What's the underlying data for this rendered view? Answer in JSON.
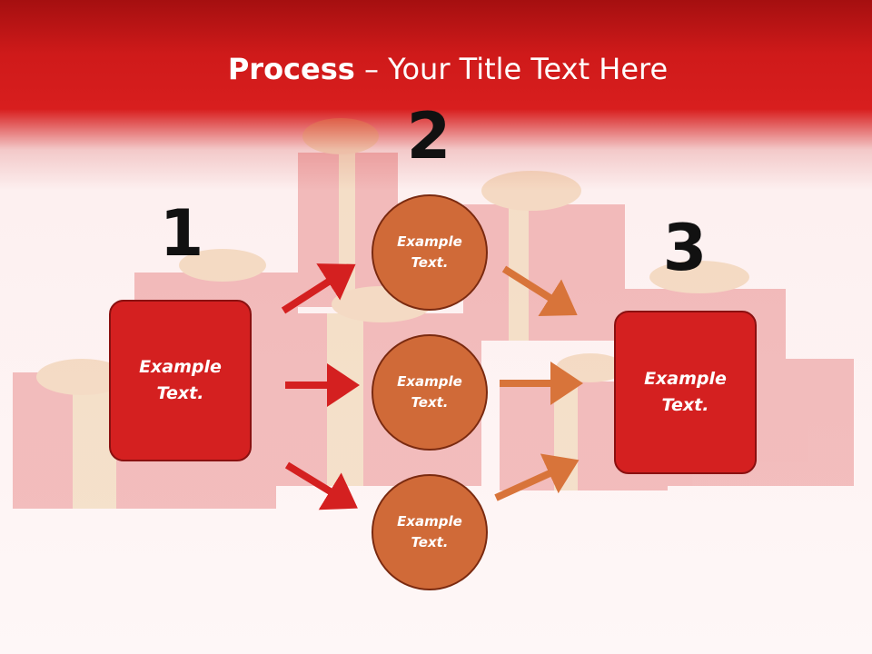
{
  "slide": {
    "title_bold": "Process",
    "title_rest": " – Your Title Text Here"
  },
  "steps": {
    "one": {
      "number": "1",
      "text": "Example Text."
    },
    "two": {
      "number": "2",
      "circles": [
        {
          "text": "Example Text."
        },
        {
          "text": "Example Text."
        },
        {
          "text": "Example Text."
        }
      ]
    },
    "three": {
      "number": "3",
      "text": "Example Text."
    }
  },
  "colors": {
    "box": "#d42020",
    "circle": "#d06a38",
    "arrow_red": "#d42020",
    "arrow_orange": "#d8743a"
  }
}
